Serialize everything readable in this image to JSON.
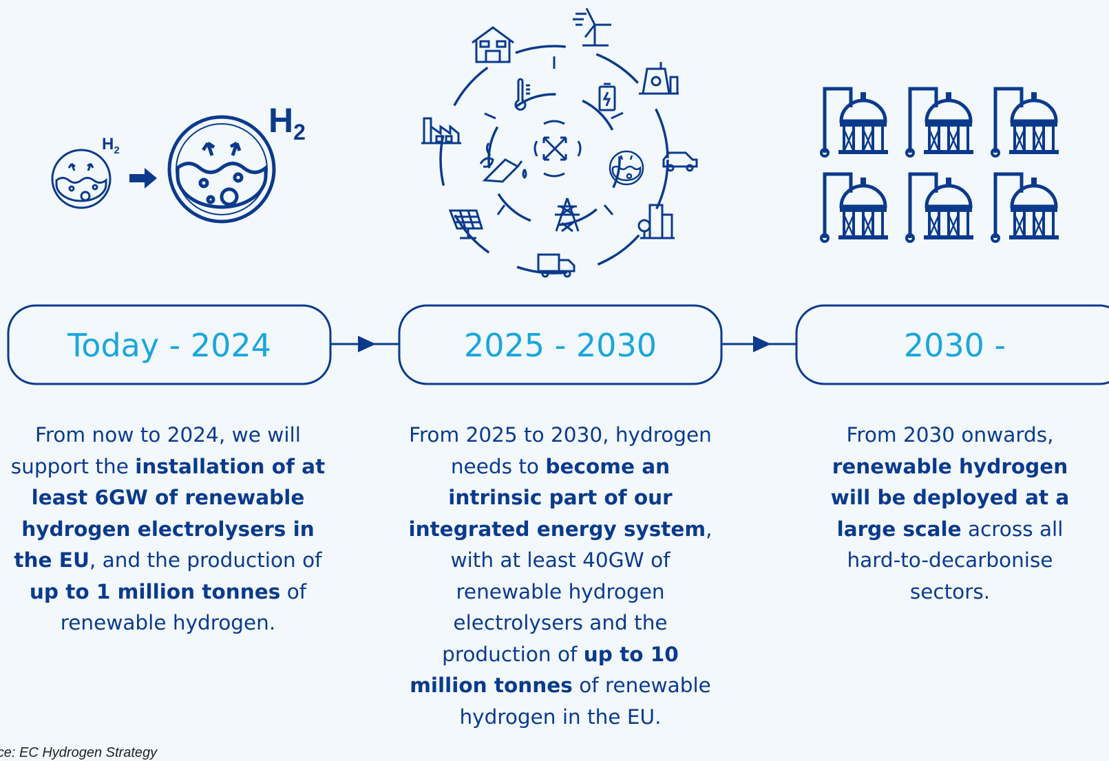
{
  "colors": {
    "navy": "#0b3a8c",
    "accent": "#1aa6dc",
    "background": "#f2f8fc"
  },
  "icons": {
    "stage1": [
      "electrolyser-small-icon",
      "arrow-right-icon",
      "electrolyser-large-icon"
    ],
    "stage2": [
      "house-icon",
      "wind-turbine-icon",
      "nuclear-plant-icon",
      "factory-icon",
      "thermometer-icon",
      "battery-icon",
      "car-icon",
      "fuel-pump-icon",
      "electrolyser-icon",
      "solar-panel-icon",
      "pylon-icon",
      "buildings-icon",
      "truck-icon"
    ],
    "stage3": [
      "hydrogen-storage-tank-icon"
    ]
  },
  "formula": {
    "element": "H",
    "subscript": "2"
  },
  "timeline": [
    {
      "label": "Today - 2024",
      "description": [
        {
          "t": "From now to 2024, we will support the "
        },
        {
          "t": "installation of at least 6GW of renewable hydrogen electrolysers in the EU",
          "b": true
        },
        {
          "t": ", and the production of "
        },
        {
          "t": "up to 1 million tonnes",
          "b": true
        },
        {
          "t": " of renewable hydrogen."
        }
      ]
    },
    {
      "label": "2025 - 2030",
      "description": [
        {
          "t": "From 2025 to 2030, hydrogen needs to "
        },
        {
          "t": "become an intrinsic part of our integrated energy system",
          "b": true
        },
        {
          "t": ", with at least 40GW of renewable hydrogen electrolysers and the production of "
        },
        {
          "t": "up to 10 million tonnes",
          "b": true
        },
        {
          "t": " of renewable hydrogen in the EU."
        }
      ]
    },
    {
      "label": "2030 -",
      "description": [
        {
          "t": "From 2030 onwards, "
        },
        {
          "t": "renewable hydrogen will be deployed at a large scale",
          "b": true
        },
        {
          "t": " across all hard-to-decarbonise sectors."
        }
      ]
    }
  ],
  "source": "urce: EC Hydrogen Strategy"
}
